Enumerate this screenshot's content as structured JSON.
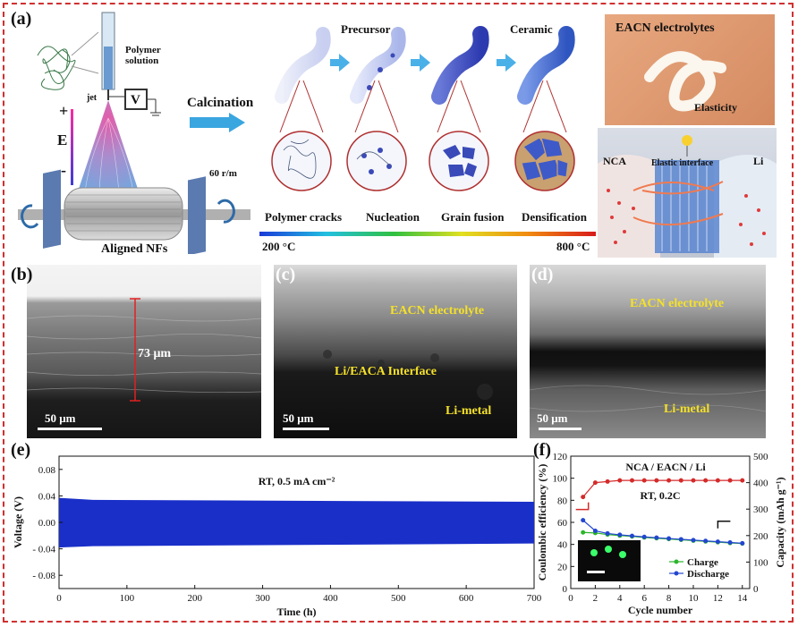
{
  "panel_a": {
    "label": "(a)",
    "polymer_solution": "Polymer\nsolution",
    "jet": "jet",
    "voltage_symbol": "V",
    "plus": "+",
    "minus": "-",
    "field": "E",
    "rpm": "60 r/m",
    "aligned": "Aligned NFs",
    "calcination": "Calcination",
    "precursor": "Precursor",
    "ceramic": "Ceramic",
    "stages": [
      "Polymer cracks",
      "Nucleation",
      "Grain fusion",
      "Densification"
    ],
    "temp_start": "200 °C",
    "temp_end": "800 °C",
    "photo_title": "EACN electrolytes",
    "photo_caption": "Elasticity",
    "nca": "NCA",
    "li": "Li",
    "elastic_interface": "Elastic interface"
  },
  "panel_b": {
    "label": "(b)",
    "thickness": "73 μm",
    "scale": "50 μm"
  },
  "panel_c": {
    "label": "(c)",
    "top": "EACN electrolyte",
    "middle": "Li/EACA Interface",
    "bottom": "Li-metal",
    "scale": "50 μm"
  },
  "panel_d": {
    "label": "(d)",
    "top": "EACN electrolyte",
    "bottom": "Li-metal",
    "scale": "50 μm"
  },
  "panel_e": {
    "label": "(e)",
    "chart_data": {
      "type": "area",
      "title": "RT, 0.5 mA cm⁻²",
      "xlabel": "Time (h)",
      "ylabel": "Voltage (V)",
      "xlim": [
        0,
        700
      ],
      "ylim": [
        -0.1,
        0.1
      ],
      "xticks": [
        0,
        100,
        200,
        300,
        400,
        500,
        600,
        700
      ],
      "yticks": [
        -0.08,
        -0.04,
        0.0,
        0.04,
        0.08
      ],
      "ytick_labels": [
        "- 0.08",
        "- 0.04",
        "0.00",
        "0.04",
        "0.08"
      ],
      "series": [
        {
          "upper": [
            [
              0,
              0.037
            ],
            [
              50,
              0.034
            ],
            [
              700,
              0.031
            ]
          ],
          "lower": [
            [
              0,
              -0.038
            ],
            [
              50,
              -0.036
            ],
            [
              700,
              -0.032
            ]
          ]
        }
      ],
      "color": "#1a2fc8"
    }
  },
  "panel_f": {
    "label": "(f)",
    "chart_data": {
      "type": "line",
      "title": "NCA / EACN / Li",
      "subtitle": "RT, 0.2C",
      "xlabel": "Cycle number",
      "ylabel_left": "Coulombic efficiency (%)",
      "ylabel_right": "Capacity (mAh g⁻¹)",
      "x": [
        1,
        2,
        3,
        4,
        5,
        6,
        7,
        8,
        9,
        10,
        11,
        12,
        13,
        14
      ],
      "xlim": [
        0,
        14.6
      ],
      "xticks": [
        0,
        2,
        4,
        6,
        8,
        10,
        12,
        14
      ],
      "ylim_left": [
        0,
        120
      ],
      "yticks_left": [
        0,
        20,
        40,
        60,
        80,
        100,
        120
      ],
      "ylim_right": [
        0,
        500
      ],
      "yticks_right": [
        0,
        100,
        200,
        300,
        400,
        500
      ],
      "series": [
        {
          "name": "Coulombic efficiency",
          "axis": "left",
          "color": "#d42a2a",
          "values": [
            83,
            96,
            97,
            98,
            98,
            98,
            98,
            98,
            98,
            98,
            98,
            98,
            98,
            98
          ]
        },
        {
          "name": "Charge",
          "axis": "right",
          "color": "#2bb52b",
          "values": [
            212,
            210,
            204,
            200,
            197,
            193,
            190,
            187,
            184,
            181,
            178,
            175,
            172,
            170
          ]
        },
        {
          "name": "Discharge",
          "axis": "right",
          "color": "#2346d0",
          "values": [
            258,
            218,
            208,
            203,
            199,
            195,
            192,
            189,
            186,
            183,
            180,
            177,
            174,
            171
          ]
        }
      ],
      "legend": [
        "Charge",
        "Discharge"
      ]
    }
  }
}
